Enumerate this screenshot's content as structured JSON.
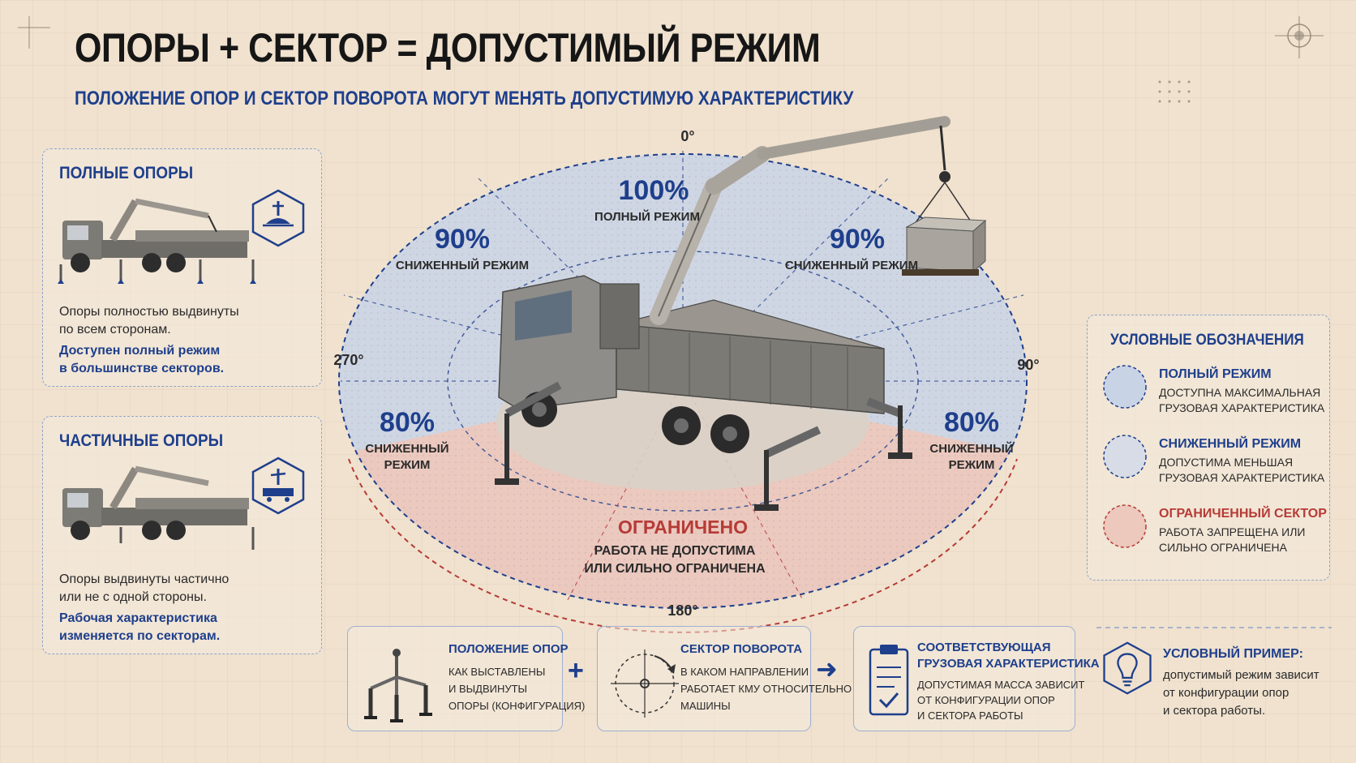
{
  "header": {
    "title": "ОПОРЫ + СЕКТОР = ДОПУСТИМЫЙ РЕЖИМ",
    "subtitle": "ПОЛОЖЕНИЕ ОПОР И СЕКТОР ПОВОРОТА МОГУТ МЕНЯТЬ ДОПУСТИМУЮ ХАРАКТЕРИСТИКУ"
  },
  "cards": [
    {
      "title": "ПОЛНЫЕ ОПОРЫ",
      "text": [
        "Опоры полностью выдвинуты",
        "по всем сторонам."
      ],
      "highlight": [
        "Доступен полный режим",
        "в большинстве секторов."
      ],
      "icon": "full-outrigger-icon"
    },
    {
      "title": "ЧАСТИЧНЫЕ ОПОРЫ",
      "text": [
        "Опоры выдвинуты частично",
        "или не с одной стороны."
      ],
      "highlight": [
        "Рабочая характеристика",
        "изменяется по секторам."
      ],
      "icon": "partial-outrigger-icon"
    }
  ],
  "sectors": {
    "front": {
      "value": "100%",
      "label": "ПОЛНЫЙ РЕЖИМ"
    },
    "front_left": {
      "value": "90%",
      "label": "СНИЖЕННЫЙ РЕЖИМ"
    },
    "front_right": {
      "value": "90%",
      "label": "СНИЖЕННЫЙ РЕЖИМ"
    },
    "left": {
      "value": "80%",
      "label_1": "СНИЖЕННЫЙ",
      "label_2": "РЕЖИМ"
    },
    "right": {
      "value": "80%",
      "label_1": "СНИЖЕННЫЙ",
      "label_2": "РЕЖИМ"
    },
    "rear": {
      "title": "ОГРАНИЧЕНО",
      "label_1": "РАБОТА НЕ ДОПУСТИМА",
      "label_2": "ИЛИ СИЛЬНО ОГРАНИЧЕНА"
    }
  },
  "degrees": {
    "d0": "0°",
    "d90": "90°",
    "d180": "180°",
    "d270": "270°"
  },
  "legend": {
    "title": "УСЛОВНЫЕ ОБОЗНАЧЕНИЯ",
    "items": [
      {
        "head": "ПОЛНЫЙ РЕЖИМ",
        "desc_1": "ДОСТУПНА МАКСИМАЛЬНАЯ",
        "desc_2": "ГРУЗОВАЯ ХАРАКТЕРИСТИКА"
      },
      {
        "head": "СНИЖЕННЫЙ РЕЖИМ",
        "desc_1": "ДОПУСТИМА МЕНЬШАЯ",
        "desc_2": "ГРУЗОВАЯ ХАРАКТЕРИСТИКА"
      },
      {
        "head": "ОГРАНИЧЕННЫЙ СЕКТОР",
        "desc_1": "РАБОТА ЗАПРЕЩЕНА ИЛИ",
        "desc_2": "СИЛЬНО ОГРАНИЧЕНА"
      }
    ]
  },
  "steps": [
    {
      "title": "ПОЛОЖЕНИЕ ОПОР",
      "lines": [
        "КАК ВЫСТАВЛЕНЫ",
        "И ВЫДВИНУТЫ",
        "ОПОРЫ (КОНФИГУРАЦИЯ)"
      ]
    },
    {
      "title": "СЕКТОР ПОВОРОТА",
      "lines": [
        "В КАКОМ НАПРАВЛЕНИИ",
        "РАБОТАЕТ КМУ ОТНОСИТЕЛЬНО",
        "МАШИНЫ"
      ]
    },
    {
      "title_1": "СООТВЕТСТВУЮЩАЯ",
      "title_2": "ГРУЗОВАЯ ХАРАКТЕРИСТИКА",
      "lines": [
        "ДОПУСТИМАЯ МАССА ЗАВИСИТ",
        "ОТ КОНФИГУРАЦИИ ОПОР",
        "И СЕКТОРА РАБОТЫ"
      ]
    }
  ],
  "operators": {
    "plus": "+",
    "arrow": "➜"
  },
  "example": {
    "title": "УСЛОВНЫЙ ПРИМЕР:",
    "lines": [
      "допустимый режим зависит",
      "от конфигурации опор",
      "и сектора работы."
    ]
  },
  "colors": {
    "blue": "#1e3f8c",
    "red": "#b63b36",
    "blue_zone": "#c9d3e6",
    "red_zone": "#ecc8bd",
    "background": "#f0e2cf"
  }
}
